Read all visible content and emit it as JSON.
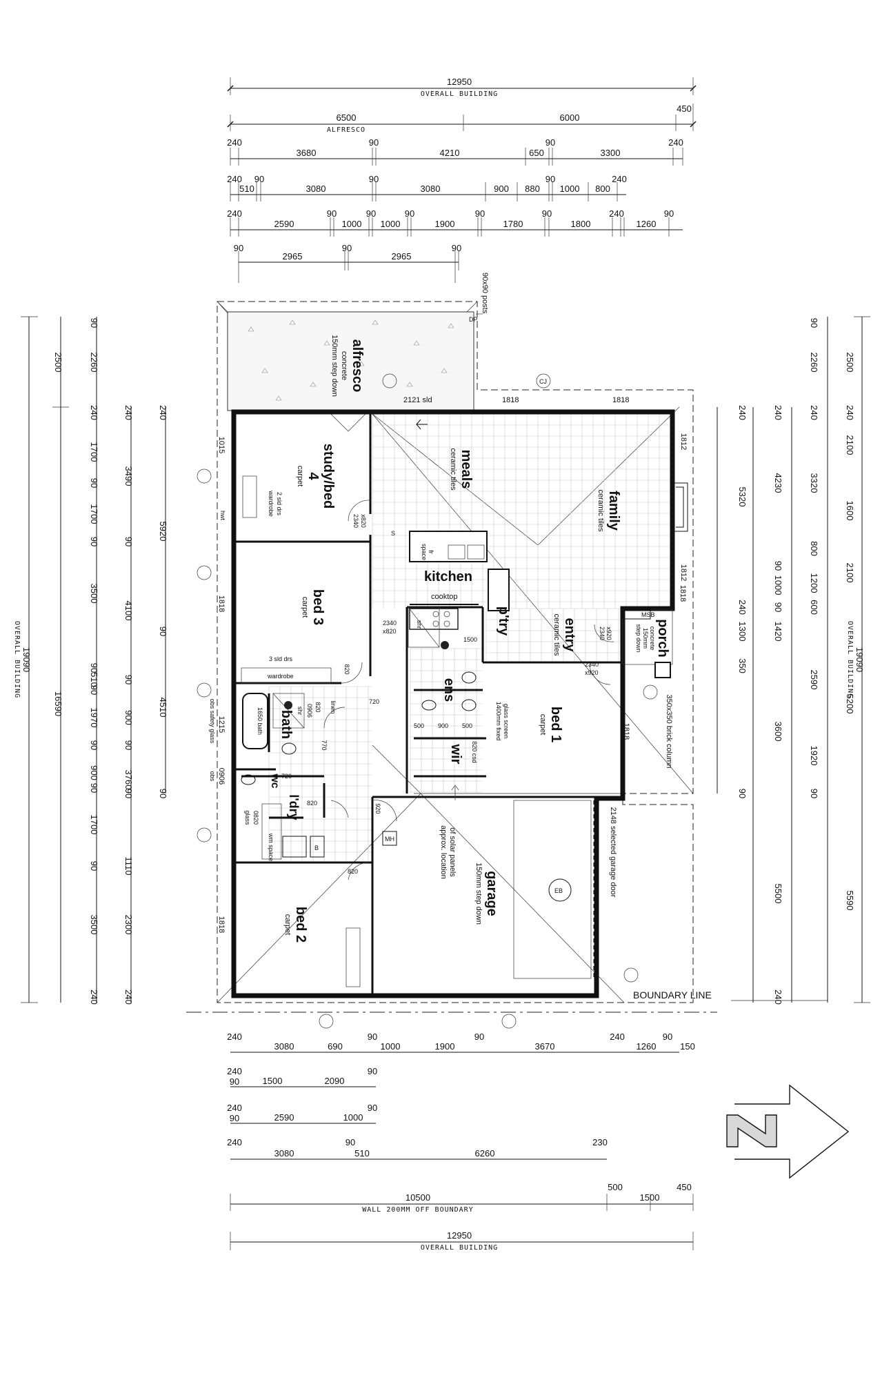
{
  "top_dims": {
    "row1": {
      "v": "12950",
      "label": "OVERALL BUILDING"
    },
    "row2": {
      "a": "6500",
      "b": "6000",
      "c": "450",
      "label": "ALFRESCO"
    },
    "row3": [
      "240",
      "3680",
      "90",
      "4210",
      "650",
      "90",
      "3300",
      "240"
    ],
    "row4": [
      "240",
      "90",
      "510",
      "3080",
      "90",
      "3080",
      "900",
      "880",
      "90",
      "1000",
      "800",
      "240"
    ],
    "row5": [
      "240",
      "2590",
      "90",
      "1000",
      "90",
      "1000",
      "90",
      "1900",
      "90",
      "1780",
      "90",
      "1800",
      "240",
      "90",
      "1260"
    ],
    "row6": [
      "90",
      "2965",
      "90",
      "2965",
      "90"
    ]
  },
  "bottom_dims": {
    "row1": [
      "240",
      "3080",
      "690",
      "90",
      "1000",
      "1900",
      "90",
      "3670",
      "240",
      "90",
      "1260",
      "150"
    ],
    "row2": [
      "240",
      "90",
      "90",
      "1500",
      "2090"
    ],
    "row3": [
      "240",
      "90",
      "90",
      "2590",
      "1000"
    ],
    "row4": [
      "240",
      "3080",
      "90",
      "510",
      "6260",
      "230"
    ],
    "row5": {
      "a": "10500",
      "b": "500",
      "c": "1500",
      "d": "450",
      "label": "WALL 200MM OFF BOUNDARY"
    },
    "row6": {
      "v": "12950",
      "label": "OVERALL BUILDING"
    }
  },
  "left_dims": {
    "overall": "19090",
    "overall_label": "OVERALL BUILDING",
    "c2": [
      "2500",
      "16590"
    ],
    "c3": [
      "90",
      "2260",
      "240",
      "1700",
      "90",
      "1700",
      "90",
      "3500",
      "90",
      "510",
      "90",
      "1970",
      "90",
      "900",
      "90",
      "1700",
      "90",
      "3500",
      "240"
    ],
    "c4": [
      "240",
      "3490",
      "90",
      "4100",
      "90",
      "900",
      "90",
      "3760",
      "90",
      "1110",
      "2300",
      "240"
    ],
    "c5": [
      "240",
      "5920",
      "90",
      "4510",
      "90"
    ]
  },
  "right_dims": {
    "overall": "19090",
    "overall_label": "OVERALL BUILDING",
    "c1": [
      "90",
      "2260",
      "240",
      "3320",
      "800",
      "1200",
      "600",
      "2590",
      "1920",
      "90"
    ],
    "c2": [
      "240",
      "4230",
      "90",
      "1000",
      "90",
      "1420",
      "3600",
      "5500",
      "240"
    ],
    "c3": [
      "240",
      "5320",
      "240",
      "1300",
      "350",
      "90"
    ],
    "c4": [
      "2500",
      "240",
      "2100",
      "1600",
      "2100",
      "5200",
      "5590"
    ]
  },
  "rooms": {
    "alfresco": {
      "name": "alfresco",
      "l1": "concrete",
      "l2": "150mm step down"
    },
    "study": {
      "name": "study/bed",
      "num": "4",
      "l1": "carpet"
    },
    "meals": {
      "name": "meals",
      "l1": "ceramic tiles"
    },
    "family": {
      "name": "family",
      "l1": "ceramic tiles"
    },
    "kitchen": {
      "name": "kitchen",
      "l1": "cooktop"
    },
    "pantry": {
      "name": "p'try"
    },
    "entry": {
      "name": "entry",
      "l1": "ceramic tiles"
    },
    "porch": {
      "name": "porch",
      "l1": "concrete",
      "l2": "150mm",
      "l3": "step down"
    },
    "bed3": {
      "name": "bed 3",
      "l1": "carpet"
    },
    "bed1": {
      "name": "bed 1",
      "l1": "carpet"
    },
    "ens": {
      "name": "ens"
    },
    "wir": {
      "name": "wir"
    },
    "bath": {
      "name": "bath",
      "l1": "1650 bath"
    },
    "wc": {
      "name": "wc"
    },
    "ldry": {
      "name": "l'dry"
    },
    "garage": {
      "name": "garage",
      "l1": "150mm step down"
    },
    "bed2": {
      "name": "bed 2",
      "l1": "carpet"
    }
  },
  "notes": {
    "posts": "90x90 posts",
    "sld": "2121 sld",
    "w1818a": "1818",
    "w1818b": "1818",
    "w1812a": "1812",
    "w1812b": "1812",
    "w1015": "1015",
    "w1818c": "1818",
    "w1215": "1215",
    "w0906": "0906",
    "obs1": "obs safety glass",
    "obs2": "obs",
    "w1818d": "1818",
    "w1818e": "1818",
    "w1818f": "1818",
    "sld2": "2 sld drs",
    "wardrobe": "wardrobe",
    "d2340a": "2340",
    "d820a": "x820",
    "d2340b": "2340",
    "d820b": "x820",
    "d2340c": "2340",
    "d920c": "x920",
    "d2340d": "2340",
    "d920d": "x920",
    "sld3": "3 sld drs",
    "wardrobe2": "wardrobe",
    "d820c": "820",
    "d720a": "720",
    "linen": "linen",
    "d820d": "820",
    "shr1": "shr",
    "d0906b": "0906",
    "d770": "770",
    "d720b": "720",
    "d820e": "820",
    "d920e": "920",
    "d820f": "820",
    "hwt": "hwt",
    "glass": "glass",
    "d0820": "0820",
    "wm": "wm space",
    "b": "B",
    "mh": "MH",
    "solar": "approx. location",
    "solar2": "of solar panels",
    "eb": "EB",
    "gdoor": "2148 selected garage door",
    "boundary": "BOUNDARY LINE",
    "msb": "MSB",
    "brick": "350x350 brick column",
    "shr2": "shr",
    "screen": "1400mm fixed",
    "screen2": "glass screen",
    "d500a": "500",
    "d900": "900",
    "d500b": "500",
    "d820g": "820 csd",
    "space": "space",
    "fr": "fr",
    "dp": "DP",
    "cj": "CJ",
    "s": "S",
    "d1500": "1500"
  }
}
